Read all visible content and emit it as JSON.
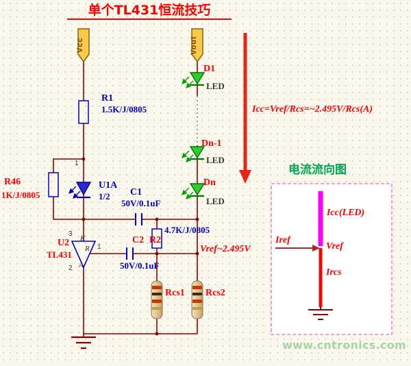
{
  "title": "单个TL431恒流技巧",
  "watermark": "www.cntronics.com",
  "power": {
    "vcc": "Vcc",
    "vout": "Vout"
  },
  "components": {
    "r1": {
      "ref": "R1",
      "value": "1.5K/J/0805"
    },
    "r46": {
      "ref": "R46",
      "value": "1K/J/0805"
    },
    "u1a": {
      "ref": "U1A",
      "value": "1/2"
    },
    "u2": {
      "ref": "U2",
      "value": "TL431"
    },
    "c1": {
      "ref": "C1",
      "value": "50V/0.1uF"
    },
    "c2": {
      "ref": "C2",
      "value": "50V/0.1uF"
    },
    "r2": {
      "ref": "R2",
      "value": "4.7K/J/0805"
    },
    "d1": {
      "ref": "D1",
      "value": "LED"
    },
    "dn_1": {
      "ref": "Dn-1",
      "value": "LED"
    },
    "dn": {
      "ref": "Dn",
      "value": "LED"
    },
    "rcs1": {
      "ref": "Rcs1"
    },
    "rcs2": {
      "ref": "Rcs2"
    }
  },
  "pins": {
    "u1a_1": "1",
    "u2_3": "3",
    "u2_k": "K",
    "u2_r": "R",
    "u2_1": "1",
    "u2_2": "2",
    "u2_a": "A"
  },
  "annotations": {
    "icc_formula": "Icc=Vref/Rcs=~2.495V/Rcs(A)",
    "vref_note": "Vref~2.495V"
  },
  "flow": {
    "title": "电流流向图",
    "icc": "Icc(LED)",
    "iref": "Iref",
    "vref": "Vref",
    "ircs": "Ircs"
  },
  "colors": {
    "wire": "#8B0000",
    "component_blue": "#0000C8",
    "label_red": "#FF0000",
    "led_green": "#2FCC2F",
    "flow_magenta": "#FF00FF",
    "flow_red": "#FF0000",
    "title_green": "#00A650",
    "watermark_green": "#A9D3A9",
    "flag_yellow": "#F7CB4A"
  }
}
